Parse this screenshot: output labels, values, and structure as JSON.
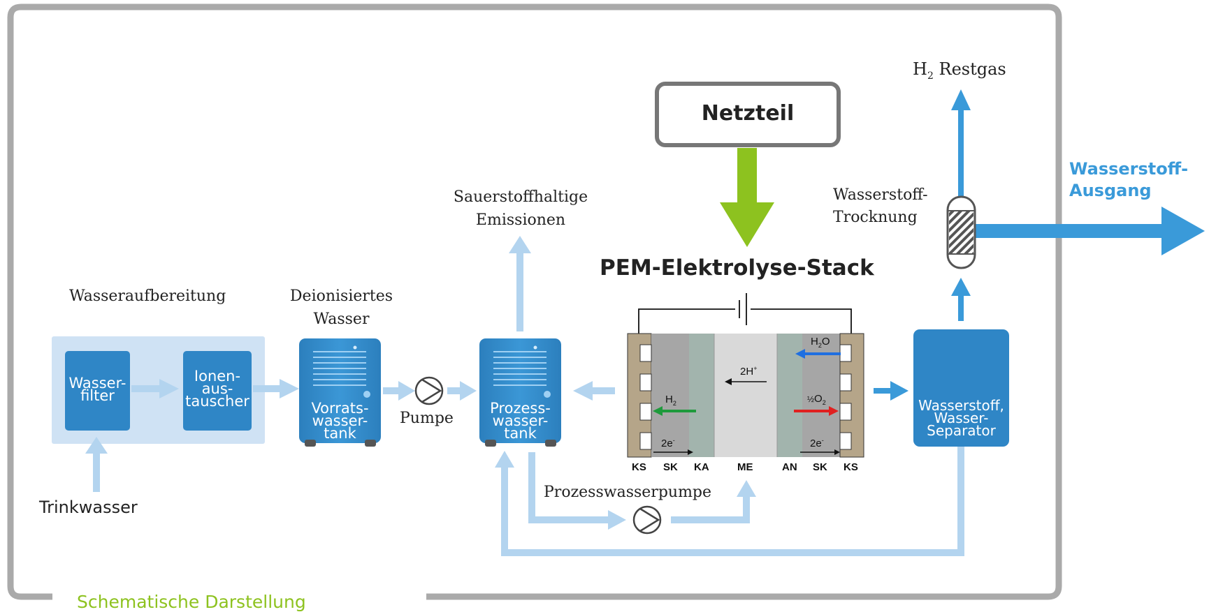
{
  "title": "PEM-Elektrolyse-Stack",
  "power_supply": "Netzteil",
  "labels": {
    "water_treatment": "Wasseraufbereitung",
    "deionized_line1": "Deionisiertes",
    "deionized_line2": "Wasser",
    "drinking_water": "Trinkwasser",
    "pump": "Pumpe",
    "oxygen_line1": "Sauerstoffhaltige",
    "oxygen_line2": "Emissionen",
    "process_pump": "Prozesswasserpumpe",
    "h2_symbol": "H",
    "h2_sub": "2",
    "residual_gas": "Restgas",
    "drying_line1": "Wasserstoff-",
    "drying_line2": "Trocknung",
    "output_line1": "Wasserstoff-",
    "output_line2": "Ausgang",
    "caption": "Schematische Darstellung"
  },
  "blocks": {
    "water_filter": "Wasser-\nfilter",
    "ion_exchanger": "Ionen-\naus-\ntauscher",
    "storage_tank": "Vorrats-\nwasser-\ntank",
    "process_tank": "Prozess-\nwasser-\ntank",
    "separator": "Wasserstoff,\nWasser-\nSeparator"
  },
  "stack": {
    "layers": [
      "KS",
      "SK",
      "KA",
      "ME",
      "AN",
      "SK",
      "KS"
    ],
    "proton": "2H",
    "proton_sup": "+",
    "electrons_left": "2e",
    "electrons_right": "2e",
    "electron_sup": "-",
    "h2": "H",
    "h2_sub": "2",
    "h2o": "H",
    "h2o_sub": "2",
    "h2o_tail": "O",
    "o2_frac": "½",
    "o2": "O",
    "o2_sub": "2"
  },
  "colors": {
    "frame": "#aaaaaa",
    "pipe_light": "#b3d4ef",
    "pipe_dark": "#3a9ad9",
    "block_blue": "#2f86c6",
    "power_arrow": "#8dc21f",
    "output_text": "#3a9ad9",
    "caption": "#8dc21f",
    "h2_arrow": "#1e9a3c",
    "o2_arrow": "#e02020",
    "h2o_arrow": "#1f6fe0"
  }
}
